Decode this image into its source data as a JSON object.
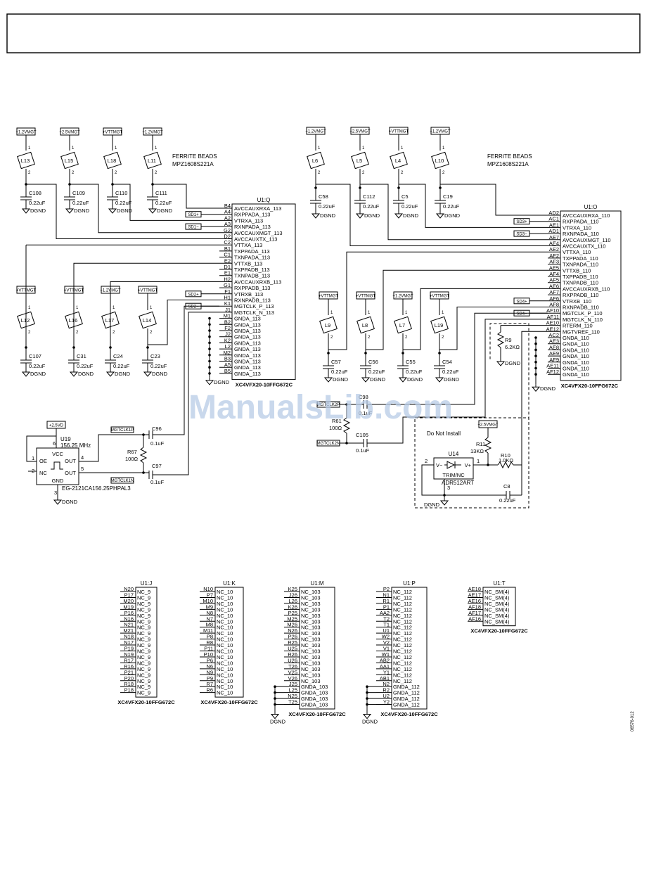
{
  "header_box_text": "",
  "watermark": "ManualsLib.com",
  "figure_id": "06576-012",
  "ground_label": "DGND",
  "ferrite_note": [
    "FERRITE BEADS",
    "MPZ1608S221A"
  ],
  "cap_value": "0.22uF",
  "pin1": "1",
  "pin2": "2",
  "left_beads": [
    {
      "ref": "L13",
      "rail": "+1.2VMGT",
      "cap": "C108"
    },
    {
      "ref": "L15",
      "rail": "+2.5VMGT",
      "cap": "C109"
    },
    {
      "ref": "L18",
      "rail": "+VTTMGT",
      "cap": "C110"
    },
    {
      "ref": "L11",
      "rail": "+1.2VMGT",
      "cap": "C111"
    }
  ],
  "left_beads_lower": [
    {
      "ref": "L12",
      "rail": "+VTTMGT",
      "cap": "C107"
    },
    {
      "ref": "L16",
      "rail": "+VTTMGT",
      "cap": "C31"
    },
    {
      "ref": "L17",
      "rail": "+1.2VMGT",
      "cap": "C24"
    },
    {
      "ref": "L14",
      "rail": "+VTTMGT",
      "cap": "C23"
    }
  ],
  "right_beads": [
    {
      "ref": "L6",
      "rail": "+1.2VMGT",
      "cap": "C58"
    },
    {
      "ref": "L5",
      "rail": "+2.5VMGT",
      "cap": "C112"
    },
    {
      "ref": "L4",
      "rail": "+VTTMGT",
      "cap": "C5"
    },
    {
      "ref": "L10",
      "rail": "+1.2VMGT",
      "cap": "C19"
    }
  ],
  "right_beads_lower": [
    {
      "ref": "L9",
      "rail": "+VTTMGT",
      "cap": "C57"
    },
    {
      "ref": "L8",
      "rail": "+VTTMGT",
      "cap": "C56"
    },
    {
      "ref": "L7",
      "rail": "+1.2VMGT",
      "cap": "C55"
    },
    {
      "ref": "L19",
      "rail": "+VTTMGT",
      "cap": "C54"
    }
  ],
  "u1q": {
    "title": "U1:Q",
    "part": "XC4VFX20-10FFG672C",
    "pins": [
      [
        "B4",
        "AVCCAUXRXA_113"
      ],
      [
        "A4",
        "RXPPADA_113"
      ],
      [
        "A2",
        "VTRXA_113"
      ],
      [
        "A3",
        "RXNPADA_113"
      ],
      [
        "G2",
        "AVCCAUXMGT_113"
      ],
      [
        "D2",
        "AVCCAUXTX_113"
      ],
      [
        "C2",
        "VTTXA_113"
      ],
      [
        "B1",
        "TXPPADA_113"
      ],
      [
        "C1",
        "TXNPADA_113"
      ],
      [
        "E2",
        "VTTXB_113"
      ],
      [
        "D1",
        "TXPPADB_113"
      ],
      [
        "E1",
        "TXNPADB_113"
      ],
      [
        "H2",
        "AVCCAUXRXB_113"
      ],
      [
        "G1",
        "RXPPADB_113"
      ],
      [
        "F1",
        "VTRXB_113"
      ],
      [
        "H1",
        "RXNPADB_113"
      ],
      [
        "K1",
        "MGTCLK_P_113"
      ],
      [
        "J1",
        "MGTCLK_N_113"
      ],
      [
        "M1",
        "GNDA_113"
      ],
      [
        "B2",
        "GNDA_113"
      ],
      [
        "F2",
        "GNDA_113"
      ],
      [
        "J2",
        "GNDA_113"
      ],
      [
        "K2",
        "GNDA_113"
      ],
      [
        "L2",
        "GNDA_113"
      ],
      [
        "M2",
        "GNDA_113"
      ],
      [
        "B3",
        "GNDA_113"
      ],
      [
        "A5",
        "GNDA_113"
      ],
      [
        "B5",
        "GNDA_113"
      ]
    ],
    "sd_labels": [
      "SD1+",
      "SD1−",
      "SD2+",
      "SD2−"
    ]
  },
  "u1o": {
    "title": "U1:O",
    "part": "XC4VFX20-10FFG672C",
    "pins": [
      [
        "AD2",
        "AVCCAUXRXA_110"
      ],
      [
        "AC1",
        "RXPPADA_110"
      ],
      [
        "AE1",
        "VTRXA_110"
      ],
      [
        "AD1",
        "RXNPADA_110"
      ],
      [
        "AE7",
        "AVCCAUXMGT_110"
      ],
      [
        "AE4",
        "AVCCAUXTX_110"
      ],
      [
        "AE2",
        "VTTXA_110"
      ],
      [
        "AF2",
        "TXPPADA_110"
      ],
      [
        "AF3",
        "TXNPADA_110"
      ],
      [
        "AE5",
        "VTTXB_110"
      ],
      [
        "AF4",
        "TXPPADB_110"
      ],
      [
        "AF5",
        "TXNPADB_110"
      ],
      [
        "AE6",
        "AVCCAUXRXB_110"
      ],
      [
        "AF7",
        "RXPPADB_110"
      ],
      [
        "AF6",
        "VTRXB_110"
      ],
      [
        "AF8",
        "RXNPADB_110"
      ],
      [
        "AF10",
        "MGTCLK_P_110"
      ],
      [
        "AF11",
        "MGTCLK_N_110"
      ],
      [
        "AE10",
        "RTERM_110"
      ],
      [
        "AE12",
        "MGTVREF_110"
      ],
      [
        "AC2",
        "GNDA_110"
      ],
      [
        "AE3",
        "GNDA_110"
      ],
      [
        "AE8",
        "GNDA_110"
      ],
      [
        "AE9",
        "GNDA_110"
      ],
      [
        "AF9",
        "GNDA_110"
      ],
      [
        "AE11",
        "GNDA_110"
      ],
      [
        "AF12",
        "GNDA_110"
      ]
    ],
    "sd_labels": [
      "SD3+",
      "SD3−",
      "SD4+",
      "SD4−"
    ]
  },
  "osc": {
    "ref": "U19",
    "freq": "156.25 MHz",
    "part": "EG-2121CA156.25PHPAL3",
    "rail": "+2.5VD",
    "vcc": "VCC",
    "oe": "OE",
    "nc": "NC",
    "out": "OUT",
    "gnd": "GND",
    "pins": [
      "6",
      "1",
      "2",
      "4",
      "5",
      "3"
    ]
  },
  "clk_left": {
    "p_label": "MGTCLK1P",
    "n_label": "MGTCLK1N",
    "c_top": "C96",
    "c_bot": "C97",
    "c_val": "0.1uF",
    "r_ref": "R67",
    "r_val": "100Ω"
  },
  "clk_right": {
    "p_label": "MGTCLK2P",
    "n_label": "MGTCLK2N",
    "c_top": "C98",
    "c_bot": "C105",
    "c_val": "0.1uF",
    "r_ref": "R61",
    "r_val": "100Ω"
  },
  "ref_circuit": {
    "note": "Do Not Install",
    "rail": "+2.5VMGT",
    "r9": "R9",
    "r9v": "6.2KΩ",
    "r11": "R11",
    "r11v": "13KΩ",
    "r10": "R10",
    "r10v": "1.0KΩ",
    "u14": "U14",
    "u14_part": "ADR512ART",
    "trim": "TRIM/NC",
    "vm": "V−",
    "vp": "V+",
    "c8": "C8",
    "c8v": "0.22uF",
    "pin1": "1",
    "pin2": "2",
    "pin3": "3"
  },
  "nc_blocks": [
    {
      "title": "U1:J",
      "part": "XC4VFX20-10FFG672C",
      "pins": [
        [
          "N20",
          "NC_9"
        ],
        [
          "P17",
          "NC_9"
        ],
        [
          "M20",
          "NC_9"
        ],
        [
          "M19",
          "NC_9"
        ],
        [
          "P16",
          "NC_9"
        ],
        [
          "N16",
          "NC_9"
        ],
        [
          "N21",
          "NC_9"
        ],
        [
          "M21",
          "NC_9"
        ],
        [
          "N18",
          "NC_9"
        ],
        [
          "N17",
          "NC_9"
        ],
        [
          "P19",
          "NC_9"
        ],
        [
          "N19",
          "NC_9"
        ],
        [
          "R17",
          "NC_9"
        ],
        [
          "R16",
          "NC_9"
        ],
        [
          "P21",
          "NC_9"
        ],
        [
          "P20",
          "NC_9"
        ],
        [
          "R18",
          "NC_9"
        ],
        [
          "P18",
          "NC_9"
        ]
      ]
    },
    {
      "title": "U1:K",
      "part": "XC4VFX20-10FFG672C",
      "pins": [
        [
          "N10",
          "NC_10"
        ],
        [
          "P7",
          "NC_10"
        ],
        [
          "M10",
          "NC_10"
        ],
        [
          "M9",
          "NC_10"
        ],
        [
          "N8",
          "NC_10"
        ],
        [
          "N7",
          "NC_10"
        ],
        [
          "M8",
          "NC_10"
        ],
        [
          "M11",
          "NC_10"
        ],
        [
          "P8",
          "NC_10"
        ],
        [
          "R8",
          "NC_10"
        ],
        [
          "P11",
          "NC_10"
        ],
        [
          "P10",
          "NC_10"
        ],
        [
          "P6",
          "NC_10"
        ],
        [
          "N6",
          "NC_10"
        ],
        [
          "N9",
          "NC_10"
        ],
        [
          "P9",
          "NC_10"
        ],
        [
          "R7",
          "NC_10"
        ],
        [
          "R6",
          "NC_10"
        ]
      ]
    },
    {
      "title": "U1:M",
      "part": "XC4VFX20-10FFG672C",
      "pins": [
        [
          "K25",
          "NC_103"
        ],
        [
          "J26",
          "NC_103"
        ],
        [
          "L26",
          "NC_103"
        ],
        [
          "K26",
          "NC_103"
        ],
        [
          "P25",
          "NC_103"
        ],
        [
          "M25",
          "NC_103"
        ],
        [
          "M26",
          "NC_103"
        ],
        [
          "N26",
          "NC_103"
        ],
        [
          "P26",
          "NC_103"
        ],
        [
          "R25",
          "NC_103"
        ],
        [
          "U25",
          "NC_103"
        ],
        [
          "R26",
          "NC_103"
        ],
        [
          "U26",
          "NC_103"
        ],
        [
          "T26",
          "NC_103"
        ],
        [
          "V25",
          "NC_103"
        ],
        [
          "V26",
          "NC_103"
        ],
        [
          "J25",
          "GNDA_103"
        ],
        [
          "L25",
          "GNDA_103"
        ],
        [
          "N25",
          "GNDA_103"
        ],
        [
          "T25",
          "GNDA_103"
        ]
      ]
    },
    {
      "title": "U1:P",
      "part": "XC4VFX20-10FFG672C",
      "pins": [
        [
          "P2",
          "NC_112"
        ],
        [
          "N1",
          "NC_112"
        ],
        [
          "R1",
          "NC_112"
        ],
        [
          "P1",
          "NC_112"
        ],
        [
          "AA2",
          "NC_112"
        ],
        [
          "T2",
          "NC_112"
        ],
        [
          "T1",
          "NC_112"
        ],
        [
          "U1",
          "NC_112"
        ],
        [
          "W2",
          "NC_112"
        ],
        [
          "V2",
          "NC_112"
        ],
        [
          "V1",
          "NC_112"
        ],
        [
          "W1",
          "NC_112"
        ],
        [
          "AB2",
          "NC_112"
        ],
        [
          "AA1",
          "NC_112"
        ],
        [
          "Y1",
          "NC_112"
        ],
        [
          "AB1",
          "NC_112"
        ],
        [
          "N2",
          "GNDA_112"
        ],
        [
          "R2",
          "GNDA_112"
        ],
        [
          "U2",
          "GNDA_112"
        ],
        [
          "Y2",
          "GNDA_112"
        ]
      ]
    },
    {
      "title": "U1:T",
      "part": "XC4VFX20-10FFG672C",
      "pins": [
        [
          "AE18",
          "NC_SM(4)"
        ],
        [
          "AE17",
          "NC_SM(4)"
        ],
        [
          "AE16",
          "NC_SM(4)"
        ],
        [
          "AF18",
          "NC_SM(4)"
        ],
        [
          "AF17",
          "NC_SM(4)"
        ],
        [
          "AF16",
          "NC_SM(4)"
        ]
      ]
    }
  ]
}
